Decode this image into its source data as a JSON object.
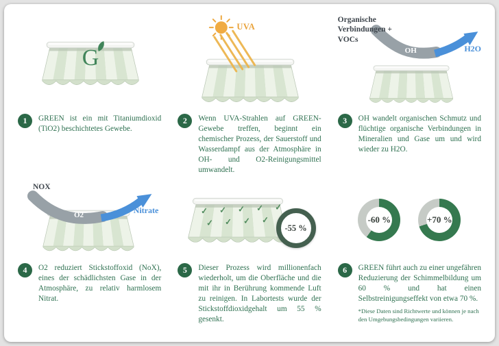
{
  "colors": {
    "brand_green": "#2b6847",
    "text_green": "#2e7050",
    "awning_green": "#d8e5d1",
    "orange": "#e9a33c",
    "blue": "#4a90d9",
    "arrow_gray": "#98a1a7",
    "donut_green": "#35794f",
    "donut_gray": "#c6cbc6"
  },
  "panels": [
    {
      "number": "1",
      "logo_letter": "G",
      "description": "GREEN ist ein mit Titaniumdioxid (TiO2) beschichtetes Gewebe."
    },
    {
      "number": "2",
      "sun_label": "UVA",
      "description": "Wenn UVA-Strahlen auf GREEN-Gewebe treffen, beginnt ein chemischer Prozess, der Sauerstoff und Wasserdampf aus der Atmosphäre in OH- und O2-Reinigungsmittel umwandelt."
    },
    {
      "number": "3",
      "source_label": "Organische Verbindungen + VOCs",
      "band_label": "OH",
      "arrow_label": "H2O",
      "description": "OH wandelt organischen Schmutz und flüchtige organische Verbindungen in Mineralien und Gase um und wird wieder zu H2O."
    },
    {
      "number": "4",
      "source_label": "NOX",
      "band_label": "O2",
      "arrow_label": "Nitrate",
      "description": "O2 reduziert Stickstoffoxid (NoX), eines der schädlichsten Gase in der Atmosphäre, zu relativ harmlosem Nitrat."
    },
    {
      "number": "5",
      "checks_row1": "✓ ✓ ✓ ✓ ✓",
      "checks_row2": "✓ ✓ ✓ ✓",
      "badge_value": "-55 %",
      "description": "Dieser Prozess wird millionenfach wiederholt, um die Oberfläche und die mit ihr in Berührung kommende Luft zu reinigen. In Labortests wurde der Stickstoffdioxidgehalt um 55 % gesenkt."
    },
    {
      "number": "6",
      "donuts": [
        {
          "label": "-60 %",
          "percent": 60
        },
        {
          "label": "+70 %",
          "percent": 70
        }
      ],
      "description": "GREEN führt auch zu einer ungefähren Reduzierung der Schimmelbildung um 60 % und hat einen Selbstreinigungseffekt von etwa 70 %.",
      "footnote": "*Diese Daten sind Richtwerte und können je nach den Umgebungsbedingungen variieren."
    }
  ]
}
